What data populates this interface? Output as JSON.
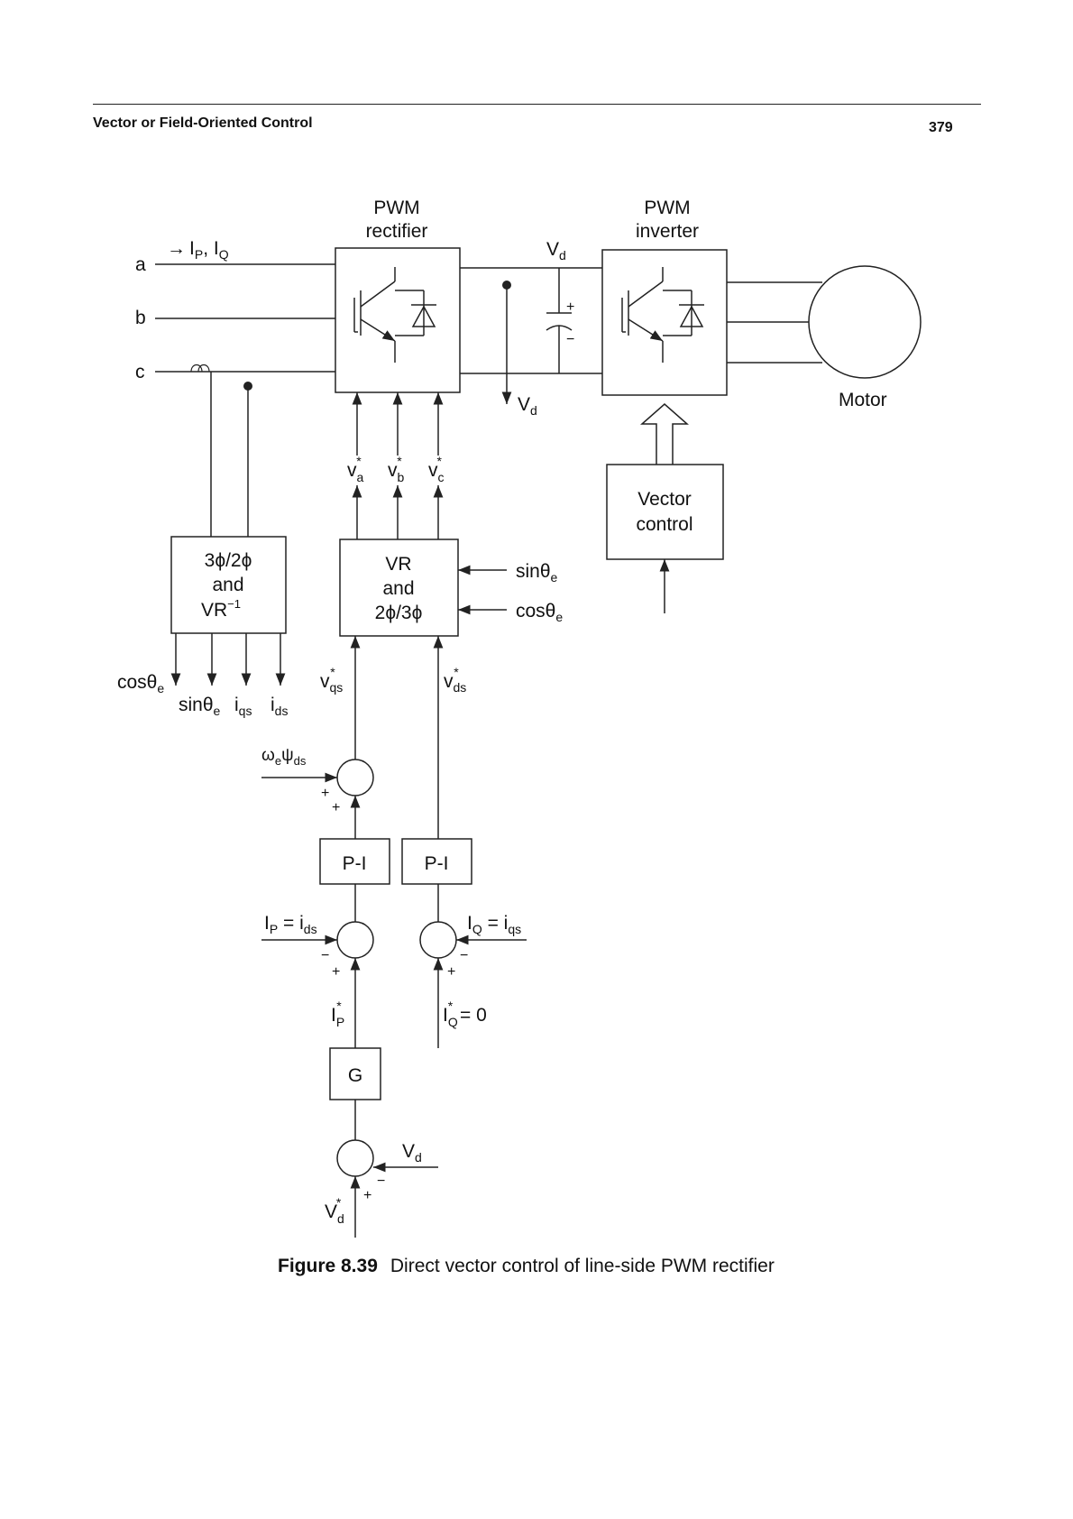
{
  "header": {
    "running_title": "Vector or Field-Oriented Control",
    "page_number": "379"
  },
  "figure": {
    "number": "Figure 8.39",
    "caption": "Direct vector control of line-side PWM rectifier",
    "labels": {
      "pwm_rectifier_1": "PWM",
      "pwm_rectifier_2": "rectifier",
      "pwm_inverter_1": "PWM",
      "pwm_inverter_2": "inverter",
      "phase_a": "a",
      "phase_b": "b",
      "phase_c": "c",
      "ip_iq_arrow": "→",
      "ip_main": "I",
      "ip_sub": "P",
      "iq_comma": ", I",
      "iq_sub": "Q",
      "vd_main": "V",
      "vd_sub": "d",
      "plus": "+",
      "minus": "−",
      "motor": "Motor",
      "v_main": "v",
      "star": "*",
      "sub_a": "a",
      "sub_b": "b",
      "sub_c": "c",
      "vector_control_1": "Vector",
      "vector_control_2": "control",
      "transform_1": "3ϕ/2ϕ",
      "transform_2": "and",
      "transform_3_main": "VR",
      "transform_3_sup": "−1",
      "vr_1": "VR",
      "vr_2": "and",
      "vr_3": "2ϕ/3ϕ",
      "sin_main": "sinθ",
      "cos_main": "cosθ",
      "sub_e": "e",
      "i_main": "i",
      "sub_qs": "qs",
      "sub_ds": "ds",
      "omega_psi_main": "ω",
      "psi": "ψ",
      "pi_1": "P-I",
      "pi_2": "P-I",
      "ip_eq_ids_1": "I",
      "ip_eq_ids_2": " = i",
      "iq_eq_iqs_1": "I",
      "iq_eq_iqs_2": " = i",
      "iq_ref_eq": " = 0",
      "gain": "G"
    }
  }
}
